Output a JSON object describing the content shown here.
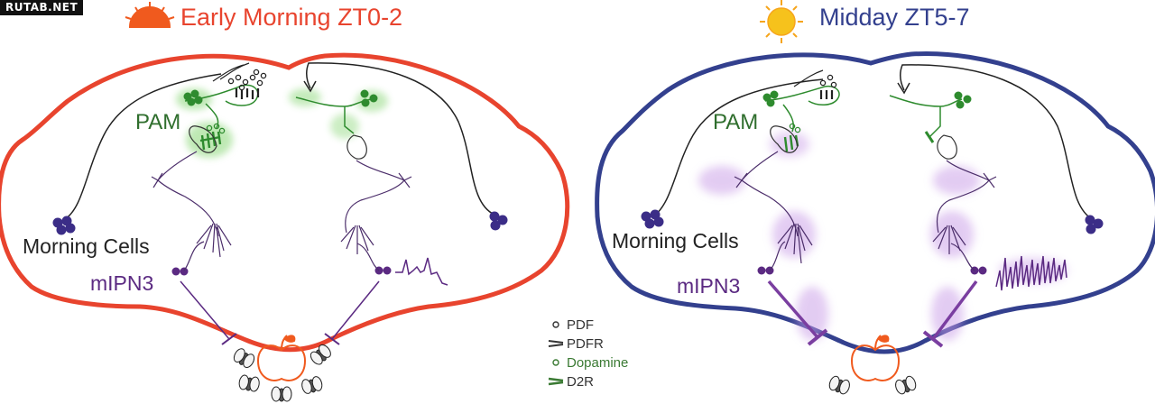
{
  "watermark": "RUTAB.NET",
  "left_panel": {
    "title": "Early Morning ZT0-2",
    "pam_label": "PAM",
    "morning_label": "Morning Cells",
    "mipn_label": "mIPN3"
  },
  "right_panel": {
    "title": "Midday ZT5-7",
    "pam_label": "PAM",
    "morning_label": "Morning Cells",
    "mipn_label": "mIPN3"
  },
  "legend": {
    "pdf": "PDF",
    "pdfr": "PDFR",
    "dopamine": "Dopamine",
    "d2r": "D2R"
  },
  "colors": {
    "morning_accent": "#e8442e",
    "midday_accent": "#33408e",
    "neuron_green": "#2e8b2e",
    "neuron_purple": "#5b2a82",
    "food_orange": "#f05a1e",
    "sun_yellow": "#f6c21c"
  }
}
